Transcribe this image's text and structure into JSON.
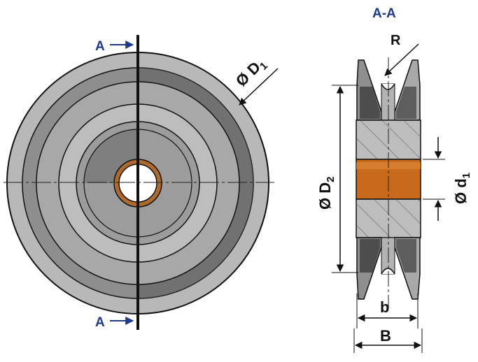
{
  "labels": {
    "section_mark_top": "A",
    "section_mark_bottom": "A",
    "section_title": "A-A",
    "radius": "R",
    "dia_outer": "Ø D",
    "dia_outer_sub": "1",
    "dia_groove": "Ø D",
    "dia_groove_sub": "2",
    "dia_bore": "Ø d",
    "dia_bore_sub": "1",
    "width_inner": "b",
    "width_outer": "B"
  },
  "colors": {
    "label_blue": "#1f3a8a",
    "metal_light": "#bfbfbf",
    "metal_mid": "#9a9a9a",
    "metal_dark": "#4a4a4a",
    "bushing": "#c86a1c",
    "outline": "#111111"
  }
}
